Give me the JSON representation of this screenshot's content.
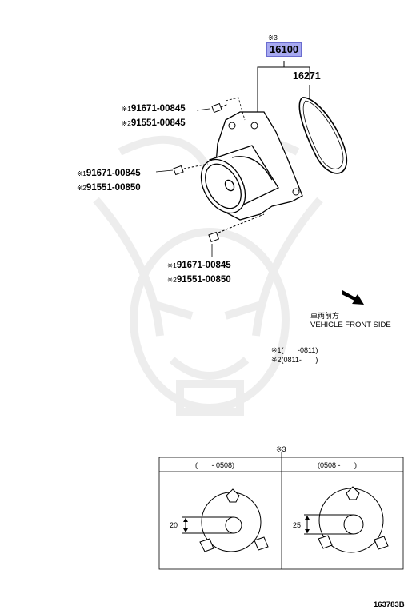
{
  "watermark_icon": "samurai-helmet-watermark",
  "highlight_color": "#a7a9f0",
  "main_part": {
    "marker": "※3",
    "number": "16100"
  },
  "belt_part": {
    "number": "16271"
  },
  "bolt_top": {
    "line1": {
      "marker": "※1",
      "number": "91671-00845"
    },
    "line2": {
      "marker": "※2",
      "number": "91551-00845"
    }
  },
  "bolt_mid": {
    "line1": {
      "marker": "※1",
      "number": "91671-00845"
    },
    "line2": {
      "marker": "※2",
      "number": "91551-00850"
    }
  },
  "bolt_bottom": {
    "line1": {
      "marker": "※1",
      "number": "91671-00845"
    },
    "line2": {
      "marker": "※2",
      "number": "91551-00850"
    }
  },
  "direction": {
    "japanese": "車両前方",
    "english": "VEHICLE FRONT SIDE"
  },
  "notes": [
    {
      "marker": "※1",
      "range": "(       -0811)"
    },
    {
      "marker": "※2",
      "range": "(0811-       )"
    }
  ],
  "detail_table": {
    "marker": "※3",
    "columns": [
      {
        "header": "(       - 0508)",
        "dimension": "20"
      },
      {
        "header": "(0508 -       )",
        "dimension": "25"
      }
    ]
  },
  "illustration_id": "163783B"
}
